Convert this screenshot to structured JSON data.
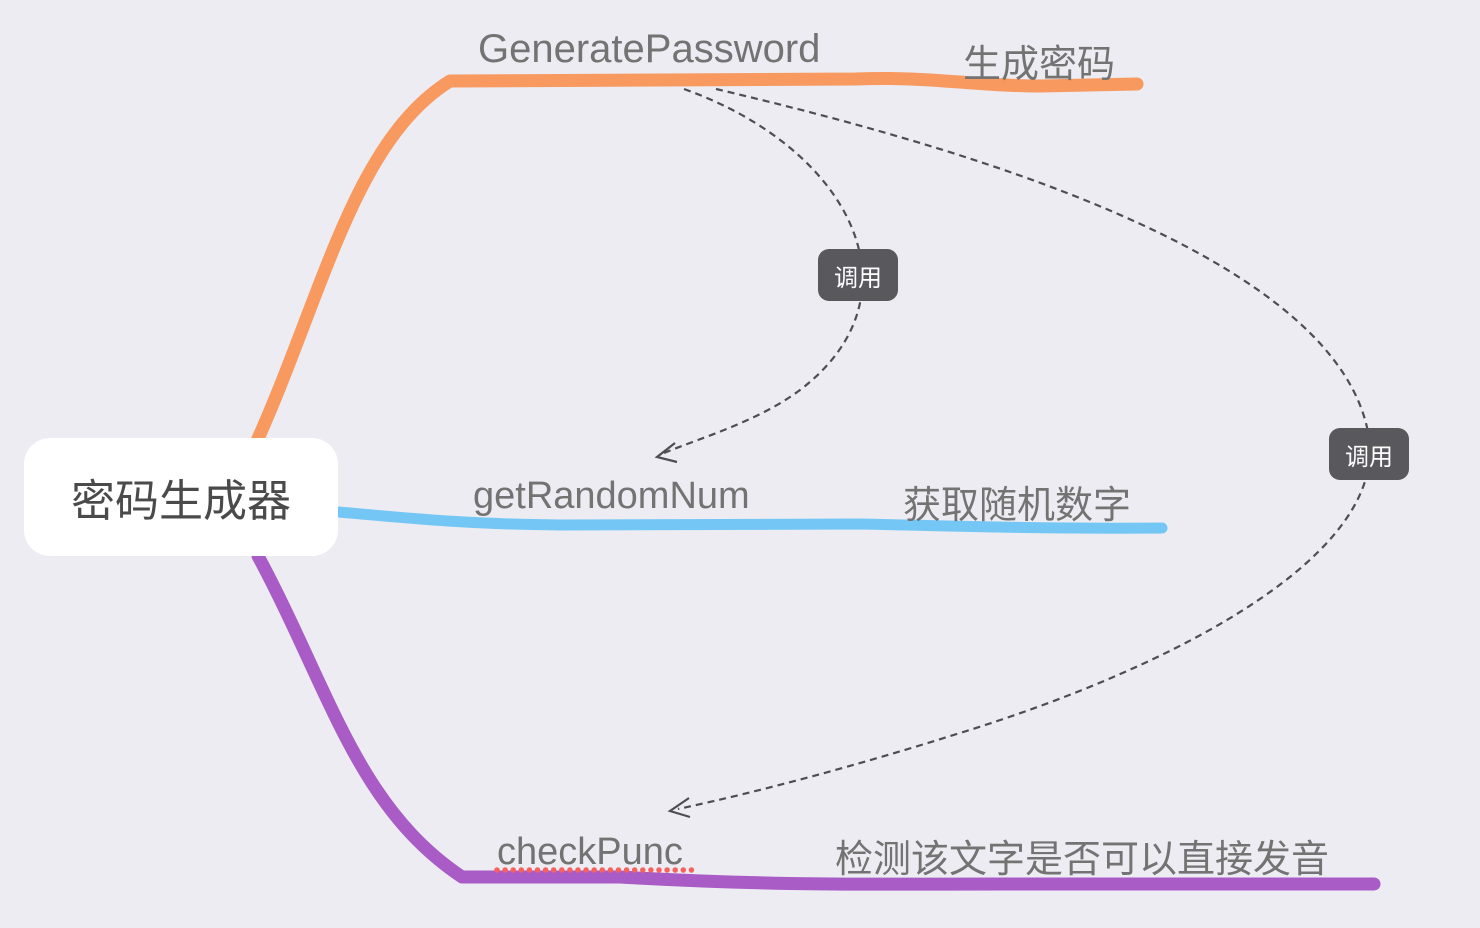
{
  "canvas": {
    "background": "#ECECF2",
    "app_hint": "mind-map canvas"
  },
  "root": {
    "label": "密码生成器",
    "bg": "#FFFFFF",
    "text_color": "#4A4A4A"
  },
  "branches": [
    {
      "topic": "GeneratePassword",
      "child": "生成密码",
      "color": "#F8995F"
    },
    {
      "topic": "getRandomNum",
      "child": "获取随机数字",
      "color": "#74C7F5"
    },
    {
      "topic": "checkPunc",
      "child": "检测该文字是否可以直接发音",
      "color": "#A95BC6",
      "underline_color": "#F6635F"
    }
  ],
  "relationships": [
    {
      "label": "调用",
      "from": "GeneratePassword",
      "to": "getRandomNum"
    },
    {
      "label": "调用",
      "from": "GeneratePassword",
      "to": "checkPunc"
    }
  ],
  "style": {
    "topic_text_color": "#737373",
    "relationship_line_color": "#4E4E52",
    "badge_bg": "#59595D",
    "badge_text_color": "#FFFFFF"
  }
}
